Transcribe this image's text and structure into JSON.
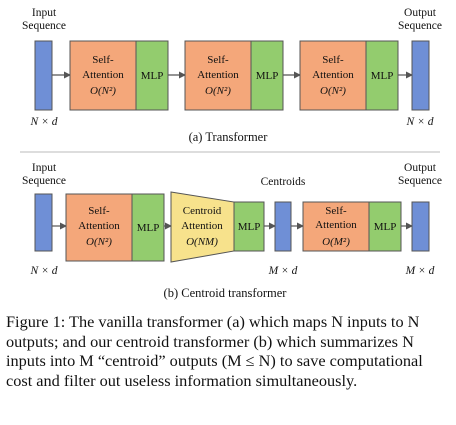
{
  "colors": {
    "sequence": "#6f8fd6",
    "attention": "#f4a77a",
    "mlp": "#93cc6e",
    "centroid_attention": "#f7e28c",
    "edge": "#555555",
    "arrow": "#555555",
    "separator": "#bbbbbb"
  },
  "transformer": {
    "input_label": [
      "Input",
      "Sequence"
    ],
    "output_label": [
      "Output",
      "Sequence"
    ],
    "input_dim": "N × d",
    "output_dim": "N × d",
    "blocks": [
      {
        "attention_label": [
          "Self-",
          "Attention"
        ],
        "complexity": "O(N²)",
        "mlp_label": "MLP"
      },
      {
        "attention_label": [
          "Self-",
          "Attention"
        ],
        "complexity": "O(N²)",
        "mlp_label": "MLP"
      },
      {
        "attention_label": [
          "Self-",
          "Attention"
        ],
        "complexity": "O(N²)",
        "mlp_label": "MLP"
      }
    ],
    "subtitle": "(a) Transformer"
  },
  "centroid_transformer": {
    "input_label": [
      "Input",
      "Sequence"
    ],
    "output_label": [
      "Output",
      "Sequence"
    ],
    "centroids_label": "Centroids",
    "input_dim": "N × d",
    "centroid_dim": "M × d",
    "output_dim": "M × d",
    "self_block_1": {
      "attention_label": [
        "Self-",
        "Attention"
      ],
      "complexity": "O(N²)",
      "mlp_label": "MLP"
    },
    "centroid_block": {
      "attention_label": [
        "Centroid",
        "Attention"
      ],
      "complexity": "O(NM)",
      "mlp_label": "MLP"
    },
    "self_block_2": {
      "attention_label": [
        "Self-",
        "Attention"
      ],
      "complexity": "O(M²)",
      "mlp_label": "MLP"
    },
    "subtitle": "(b) Centroid transformer"
  },
  "caption": "Figure 1: The vanilla transformer (a) which maps N inputs to N outputs; and our centroid transformer (b) which summarizes N inputs into M “centroid” outputs (M ≤ N) to save computational cost and filter out useless information simultaneously."
}
